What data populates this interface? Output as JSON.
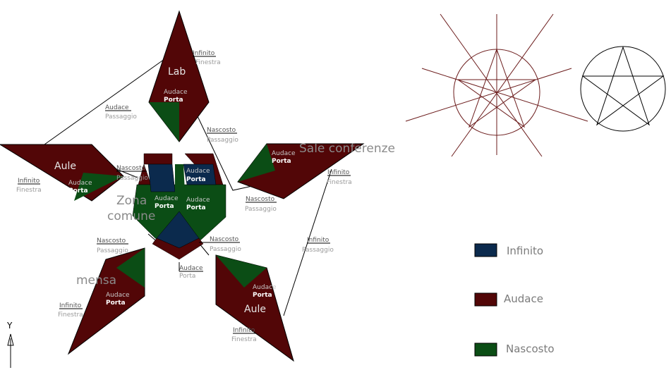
{
  "colors": {
    "infinito": "#0b2a4d",
    "audace": "#520607",
    "nascosto": "#0b4d15",
    "line": "#000000",
    "star_line": "#6b1b1b"
  },
  "rooms": {
    "lab": "Lab",
    "aule_left": "Aule",
    "aule_bottom": "Aule",
    "sale_conferenze": "Sale conferenze",
    "zona_comune_1": "Zona",
    "zona_comune_2": "comune",
    "mensa": "mensa"
  },
  "labels": {
    "audace": "Audace",
    "porta": "Porta",
    "infinito": "Infinito",
    "nascosto": "Nascosto",
    "finestra": "Finestra",
    "passaggio": "Passaggio"
  },
  "legend": [
    {
      "label": "Infinito",
      "color": "#0b2a4d"
    },
    {
      "label": "Audace",
      "color": "#520607"
    },
    {
      "label": "Nascosto",
      "color": "#0b4d15"
    }
  ],
  "axis": {
    "y_label": "Y"
  }
}
